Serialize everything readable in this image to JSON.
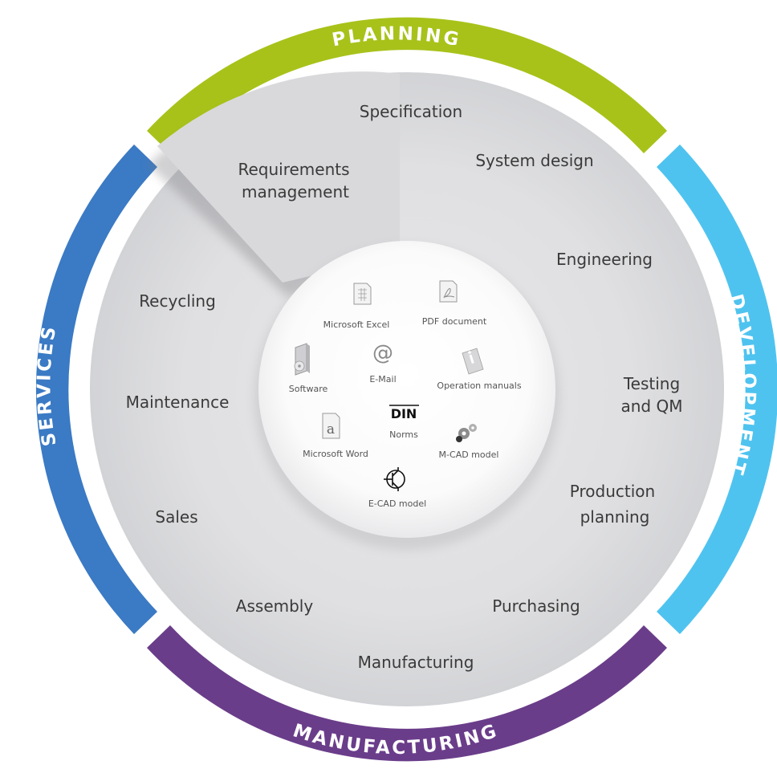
{
  "arc_labels": {
    "planning": "PLANNING",
    "development": "DEVELOPMENT",
    "manufacturing": "MANUFACTURING",
    "services": "SERVICES"
  },
  "fragment_text": "PLA",
  "colors": {
    "planning": "#a8c21a",
    "development": "#4fc3ef",
    "manufacturing": "#6a3d8a",
    "services": "#3b7ac4"
  },
  "ring_labels": {
    "specification": "Specification",
    "requirements_line1": "Requirements",
    "requirements_line2": "management",
    "system_design": "System design",
    "engineering": "Engineering",
    "testing_line1": "Testing",
    "testing_line2": "and QM",
    "production_line1": "Production",
    "production_line2": "planning",
    "purchasing": "Purchasing",
    "manufacturing": "Manufacturing",
    "assembly": "Assembly",
    "sales": "Sales",
    "maintenance": "Maintenance",
    "recycling": "Recycling"
  },
  "center_items": {
    "excel": "Microsoft Excel",
    "pdf": "PDF document",
    "software": "Software",
    "email": "E-Mail",
    "manuals": "Operation manuals",
    "word": "Microsoft Word",
    "norms": "Norms",
    "din": "DIN",
    "mcad": "M-CAD model",
    "ecad": "E-CAD model"
  },
  "icons": {
    "excel": "spreadsheet-document-icon",
    "pdf": "pdf-document-icon",
    "software": "software-box-icon",
    "email": "at-sign-icon",
    "manuals": "manual-info-icon",
    "word": "word-document-icon",
    "norms": "din-norm-icon",
    "mcad": "gears-icon",
    "ecad": "transistor-symbol-icon"
  }
}
